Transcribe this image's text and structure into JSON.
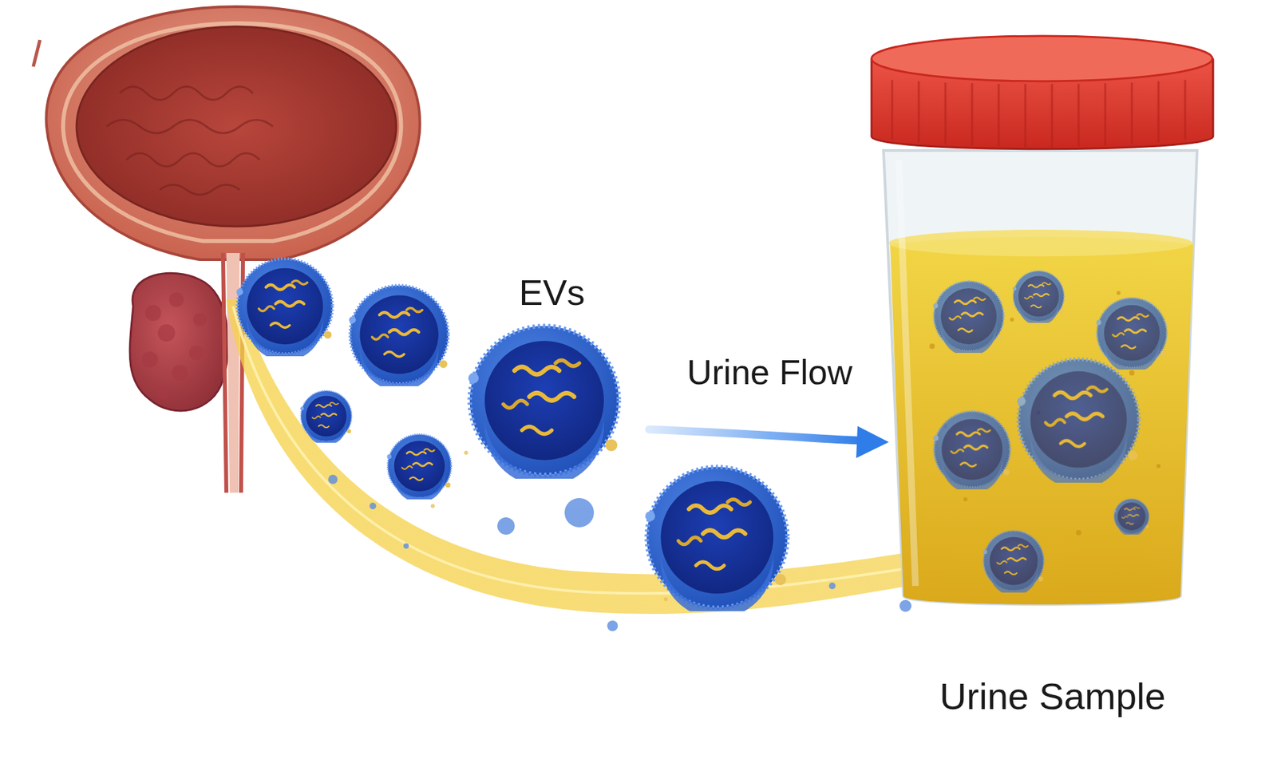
{
  "diagram": {
    "labels": [
      "EVs",
      "Urine Flow",
      "Urine Sample"
    ]
  }
}
